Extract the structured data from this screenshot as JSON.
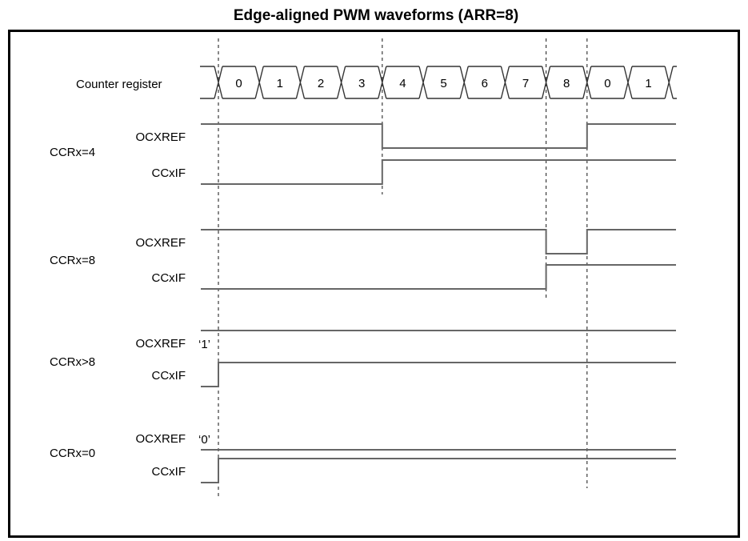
{
  "title": "Edge-aligned PWM waveforms (ARR=8)",
  "chart_data": {
    "type": "timing-diagram",
    "counter": {
      "label": "Counter register",
      "cell_values": [
        "0",
        "1",
        "2",
        "3",
        "4",
        "5",
        "6",
        "7",
        "8",
        "0",
        "1"
      ],
      "auto_reload_value": 8
    },
    "dashed_guides_at_counts": [
      0,
      4,
      8,
      9
    ],
    "groups": [
      {
        "label": "CCRx=4",
        "signals": [
          {
            "label": "OCXREF",
            "initial": "high",
            "toggles_at": [
              4,
              9
            ],
            "annotation": ""
          },
          {
            "label": "CCxIF",
            "initial": "low",
            "toggles_at": [
              4
            ],
            "annotation": ""
          }
        ]
      },
      {
        "label": "CCRx=8",
        "signals": [
          {
            "label": "OCXREF",
            "initial": "high",
            "toggles_at": [
              8,
              9
            ],
            "annotation": ""
          },
          {
            "label": "CCxIF",
            "initial": "low",
            "toggles_at": [
              8
            ],
            "annotation": ""
          }
        ]
      },
      {
        "label": "CCRx>8",
        "signals": [
          {
            "label": "OCXREF",
            "initial": "high",
            "toggles_at": [],
            "annotation": "‘1’"
          },
          {
            "label": "CCxIF",
            "initial": "low",
            "toggles_at": [
              0
            ],
            "annotation": ""
          }
        ]
      },
      {
        "label": "CCRx=0",
        "signals": [
          {
            "label": "OCXREF",
            "initial": "low",
            "toggles_at": [],
            "annotation": "‘0’"
          },
          {
            "label": "CCxIF",
            "initial": "low",
            "toggles_at": [
              0
            ],
            "annotation": ""
          }
        ]
      }
    ],
    "colors": {
      "signal": "#666666",
      "bus": "#333333",
      "dashed": "#3a3a3a",
      "border": "#000000",
      "text": "#000000"
    }
  }
}
